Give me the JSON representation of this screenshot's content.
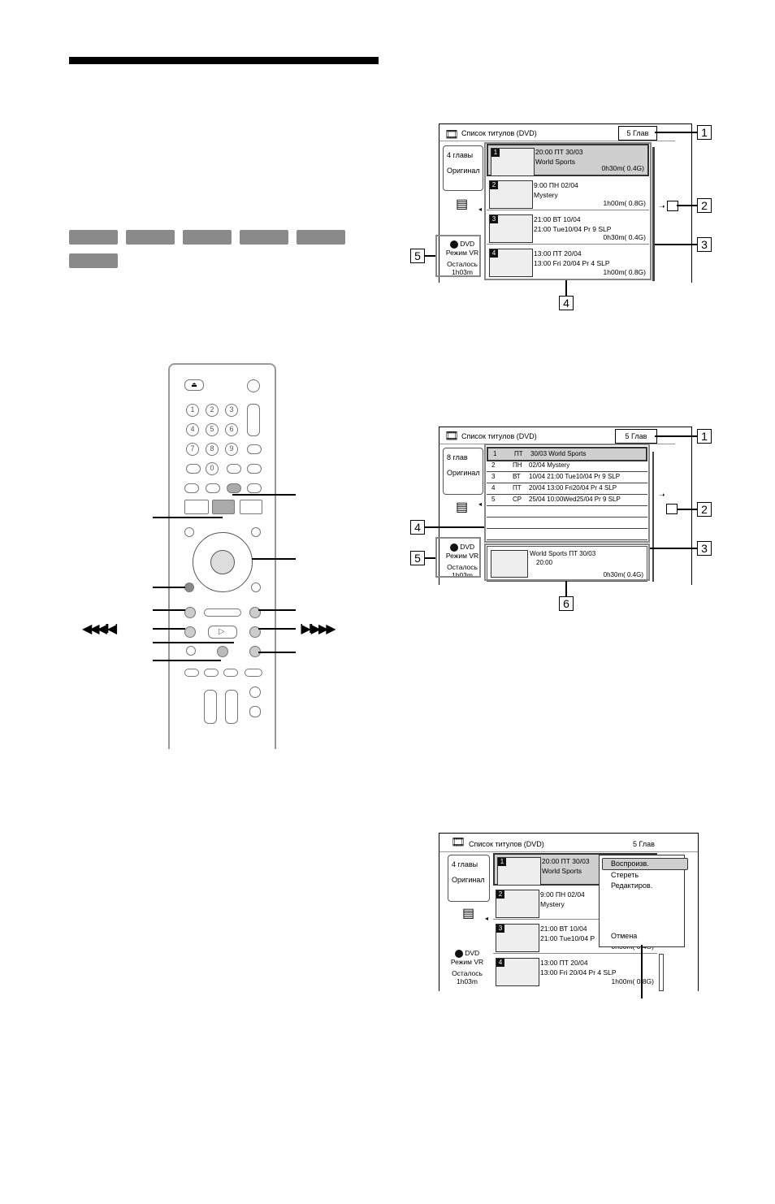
{
  "screen": {
    "title": "Список титулов (DVD)",
    "count_label": "5 Глав",
    "panel_chapters": "4 главы",
    "panel_original": "Оригинал",
    "disc_name": "DVD",
    "disc_mode": "Режим VR",
    "remaining_label": "Осталось",
    "remaining_time": "1h03m",
    "titles": [
      {
        "num": "1",
        "line1": "20:00 ПТ 30/03",
        "line2": "World Sports",
        "duration": "0h30m( 0.4G)"
      },
      {
        "num": "2",
        "line1": "9:00 ПН   02/04",
        "line2": "Mystery",
        "duration": "1h00m( 0.8G)"
      },
      {
        "num": "3",
        "line1": "21:00 ВТ  10/04",
        "line2": "21:00  Tue10/04 Pr 9 SLP",
        "duration": "0h30m( 0.4G)"
      },
      {
        "num": "4",
        "line1": "13:00 ПТ 20/04",
        "line2": "13:00  Fri 20/04  Pr 4 SLP",
        "duration": "1h00m( 0.8G)"
      }
    ]
  },
  "screen2": {
    "title": "Список титулов (DVD)",
    "count_label": "5 Глав",
    "panel_chapters": "8 глав",
    "panel_original": "Оригинал",
    "disc_name": "DVD",
    "disc_mode": "Режим VR",
    "remaining_label": "Осталось",
    "remaining_time": "1h03m",
    "rows": [
      {
        "n": "1",
        "day": "ПТ",
        "text": "30/03 World Sports"
      },
      {
        "n": "2",
        "day": "ПН",
        "text": "02/04 Mystery"
      },
      {
        "n": "3",
        "day": "ВТ",
        "text": "10/04 21:00 Tue10/04 Pr 9 SLP"
      },
      {
        "n": "4",
        "day": "ПТ",
        "text": "20/04 13:00 Fri20/04 Pr 4 SLP"
      },
      {
        "n": "5",
        "day": "СР",
        "text": "25/04 10:00Wed25/04 Pr 9 SLP"
      }
    ],
    "preview_line1": "World Sports ПТ 30/03",
    "preview_line2": "20:00",
    "preview_duration": "0h30m( 0.4G)"
  },
  "screen3": {
    "title": "Список титулов (DVD)",
    "count_label": "5 Глав",
    "panel_chapters": "4 главы",
    "panel_original": "Оригинал",
    "disc_name": "DVD",
    "disc_mode": "Режим VR",
    "remaining_label": "Осталось",
    "remaining_time": "1h03m",
    "titles": [
      {
        "num": "1",
        "line1": "20:00 ПТ 30/03",
        "line2": "World Sports"
      },
      {
        "num": "2",
        "line1": "9:00 ПН   02/04",
        "line2": "Mystery"
      },
      {
        "num": "3",
        "line1": "21:00 ВТ  10/04",
        "line2": "21:00  Tue10/04 P"
      },
      {
        "num": "4",
        "line1": "13:00 ПТ 20/04",
        "line2": "13:00  Fri 20/04   Pr 4 SLP",
        "duration": "1h00m( 0.8G)"
      }
    ],
    "title3_duration_partial": "0h30m( 0.4G)",
    "menu": [
      "Воспроизв.",
      "Стереть",
      "Редактиров.",
      "Отмена"
    ]
  },
  "callouts": [
    "1",
    "2",
    "3",
    "4",
    "5",
    "6"
  ],
  "remote": {
    "numbers": [
      "1",
      "2",
      "3",
      "4",
      "5",
      "6",
      "7",
      "8",
      "9",
      "0"
    ],
    "transport_left": "◀◀◀II◀I",
    "transport_right": "I▶II▶▶▶"
  }
}
